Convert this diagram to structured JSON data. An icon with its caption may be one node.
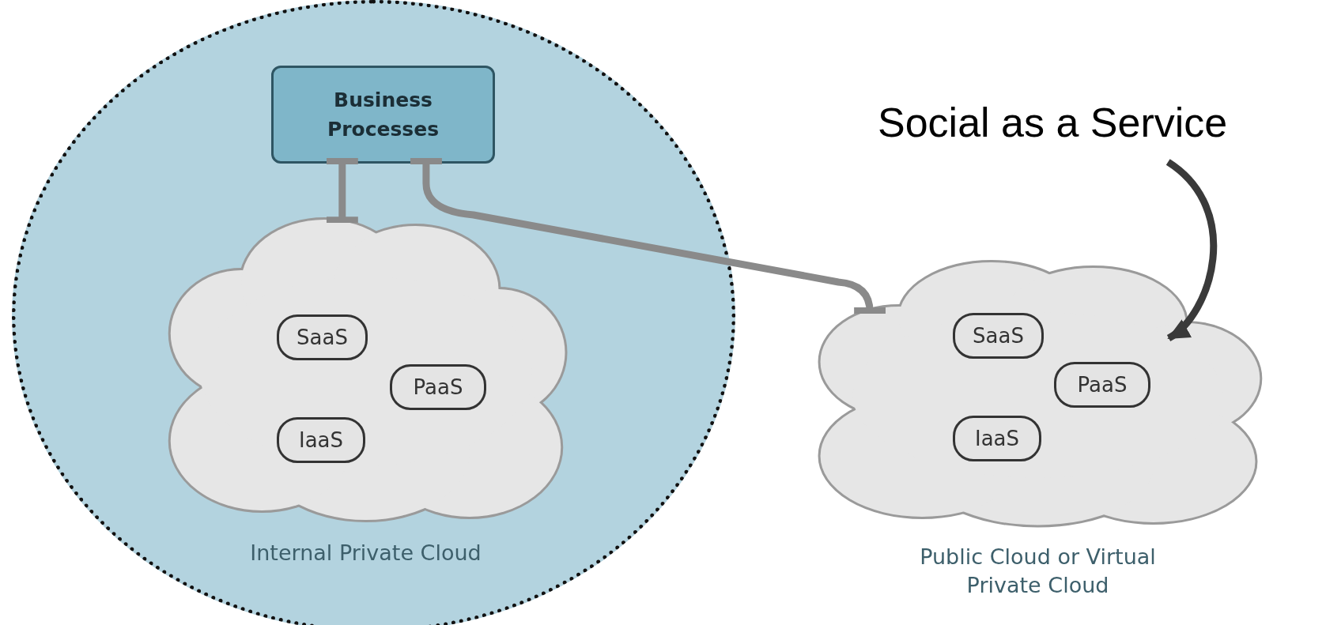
{
  "diagram": {
    "nodes": [
      {
        "text": [],
        "shape": "circle"
      },
      {
        "text": [
          "Business Processes"
        ],
        "in": 0
      },
      {
        "text": [
          "Internal Private Cloud"
        ],
        "in": 0
      },
      {
        "text": [
          "SaaS"
        ],
        "in": 2
      },
      {
        "text": [
          "PaaS"
        ],
        "in": 2
      },
      {
        "text": [
          "IaaS"
        ],
        "in": 2
      },
      {
        "text": [
          "Public Cloud or Virtual Private Cloud"
        ]
      },
      {
        "text": [
          "SaaS"
        ],
        "in": 6
      },
      {
        "text": [
          "PaaS"
        ],
        "in": 6
      },
      {
        "text": [
          "IaaS"
        ],
        "in": 6
      },
      {
        "text": [
          "Social as a Service"
        ]
      }
    ],
    "edges": [
      {
        "from": 1,
        "to": 2,
        "arrow": "other"
      },
      {
        "from": 1,
        "to": 6,
        "arrow": "other"
      },
      {
        "from": 10,
        "to": 6,
        "arrow": "to",
        "color": "#3a3a3a"
      }
    ]
  }
}
